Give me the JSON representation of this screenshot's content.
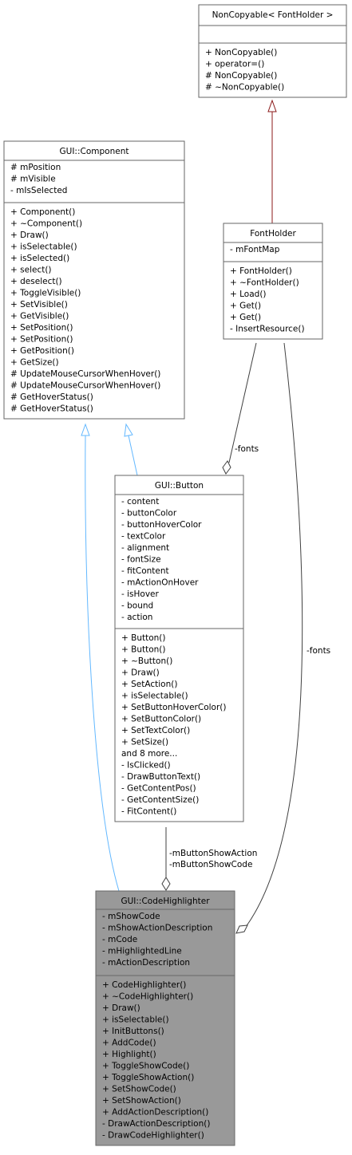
{
  "classes": {
    "noncopyable": {
      "title": "NonCopyable< FontHolder >",
      "attributes": [],
      "methods": [
        "+ NonCopyable()",
        "+ operator=()",
        "# NonCopyable()",
        "# ~NonCopyable()"
      ]
    },
    "component": {
      "title": "GUI::Component",
      "attributes": [
        "# mPosition",
        "# mVisible",
        "- mIsSelected"
      ],
      "methods": [
        "+ Component()",
        "+ ~Component()",
        "+ Draw()",
        "+ isSelectable()",
        "+ isSelected()",
        "+ select()",
        "+ deselect()",
        "+ ToggleVisible()",
        "+ SetVisible()",
        "+ GetVisible()",
        "+ SetPosition()",
        "+ SetPosition()",
        "+ GetPosition()",
        "+ GetSize()",
        "# UpdateMouseCursorWhenHover()",
        "# UpdateMouseCursorWhenHover()",
        "# GetHoverStatus()",
        "# GetHoverStatus()"
      ]
    },
    "fontholder": {
      "title": "FontHolder",
      "attributes": [
        "- mFontMap"
      ],
      "methods": [
        "+ FontHolder()",
        "+ ~FontHolder()",
        "+ Load()",
        "+ Get()",
        "+ Get()",
        "- InsertResource()"
      ]
    },
    "button": {
      "title": "GUI::Button",
      "attributes": [
        "- content",
        "- buttonColor",
        "- buttonHoverColor",
        "- textColor",
        "- alignment",
        "- fontSize",
        "- fitContent",
        "- mActionOnHover",
        "- isHover",
        "- bound",
        "- action"
      ],
      "methods": [
        "+ Button()",
        "+ Button()",
        "+ ~Button()",
        "+ Draw()",
        "+ SetAction()",
        "+ isSelectable()",
        "+ SetButtonHoverColor()",
        "+ SetButtonColor()",
        "+ SetTextColor()",
        "+ SetSize()",
        "and 8 more...",
        "- IsClicked()",
        "- DrawButtonText()",
        "- GetContentPos()",
        "- GetContentSize()",
        "- FitContent()"
      ]
    },
    "codehighlighter": {
      "title": "GUI::CodeHighlighter",
      "attributes": [
        "- mShowCode",
        "- mShowActionDescription",
        "- mCode",
        "- mHighlightedLine",
        "- mActionDescription"
      ],
      "methods": [
        "+ CodeHighlighter()",
        "+ ~CodeHighlighter()",
        "+ Draw()",
        "+ isSelectable()",
        "+ InitButtons()",
        "+ AddCode()",
        "+ Highlight()",
        "+ ToggleShowCode()",
        "+ ToggleShowAction()",
        "+ SetShowCode()",
        "+ SetShowAction()",
        "+ AddActionDescription()",
        "- DrawActionDescription()",
        "- DrawCodeHighlighter()"
      ]
    }
  },
  "edge_labels": {
    "fonts_button": "-fonts",
    "fonts_codehighlighter": "-fonts",
    "button_show_action": "-mButtonShowAction",
    "button_show_code": "-mButtonShowCode"
  },
  "colors": {
    "box_border": "#666666",
    "box_fill": "#ffffff",
    "highlight_fill": "#999999",
    "inherit_public": "#63b8ff",
    "inherit_template": "#8b1a1a",
    "usage": "#404040"
  }
}
